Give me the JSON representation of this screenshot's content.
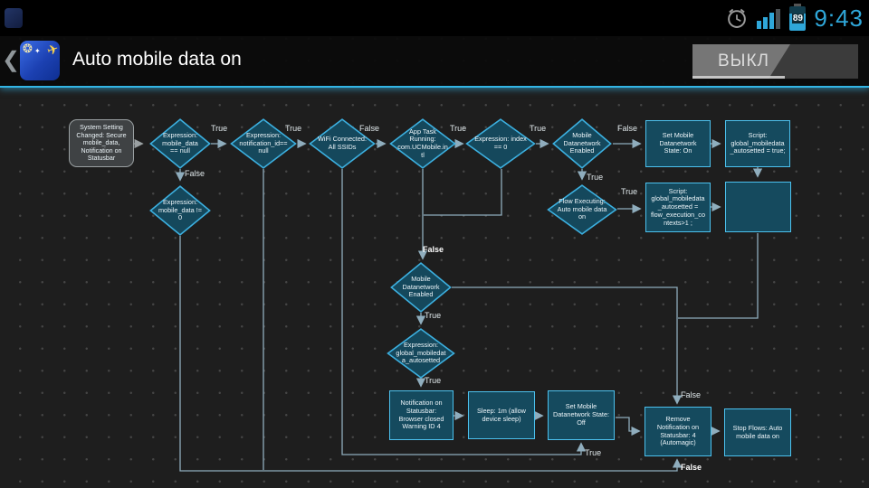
{
  "status_bar": {
    "time": "9:43",
    "battery_percent": "89"
  },
  "action_bar": {
    "title": "Auto mobile data on",
    "toggle_label": "ВЫКЛ"
  },
  "icons": {
    "back_glyph": "❮",
    "sun_glyph": "❂",
    "plane_glyph": "✈",
    "sparkle_glyph": "✦"
  },
  "colors": {
    "accent": "#33b5e5",
    "time": "#2fa7d9",
    "connector": "#8fadbd",
    "diamond_fill": "#15485c",
    "diamond_stroke": "#3cb0e0",
    "action_stroke": "#4cc1ee"
  },
  "flow": {
    "nodes": [
      {
        "type": "trigger",
        "text": "System Setting Changed: Secure mobile_data, Notification on Statusbar"
      },
      {
        "type": "condition",
        "text": "Expression: mobile_data == null"
      },
      {
        "type": "condition",
        "text": "Expression: notification_id==null"
      },
      {
        "type": "condition",
        "text": "WiFi Connected: All SSIDs"
      },
      {
        "type": "condition",
        "text": "App Task Running: com.UCMobile.intl"
      },
      {
        "type": "condition",
        "text": "Expression: index == 0"
      },
      {
        "type": "condition",
        "text": "Mobile Datanetwork Enabled"
      },
      {
        "type": "action",
        "text": "Set Mobile Datanetwork State: On"
      },
      {
        "type": "action",
        "text": "Script: global_mobiledata_autosetted = true;"
      },
      {
        "type": "condition",
        "text": "Expression: mobile_data != 0"
      },
      {
        "type": "condition",
        "text": "Flow Executing: Auto mobile data on"
      },
      {
        "type": "action",
        "text": "Script: global_mobiledata_autosetted = flow_execution_contexts>1 ;"
      },
      {
        "type": "action",
        "text": ""
      },
      {
        "type": "condition",
        "text": "Mobile Datanetwork Enabled"
      },
      {
        "type": "condition",
        "text": "Expression: global_mobiledata_autosetted"
      },
      {
        "type": "action",
        "text": "Notification on Statusbar: Browser closed Warning ID 4"
      },
      {
        "type": "action",
        "text": "Sleep: 1m (allow device sleep)"
      },
      {
        "type": "action",
        "text": "Set Mobile Datanetwork State: Off"
      },
      {
        "type": "action",
        "text": "Remove Notification on Statusbar: 4 (Automagic)"
      },
      {
        "type": "action",
        "text": "Stop Flows: Auto mobile data on"
      }
    ],
    "labels": [
      "True",
      "True",
      "False",
      "True",
      "True",
      "False",
      "False",
      "True",
      "True",
      "False",
      "True",
      "True",
      "False",
      "True",
      "False"
    ]
  }
}
